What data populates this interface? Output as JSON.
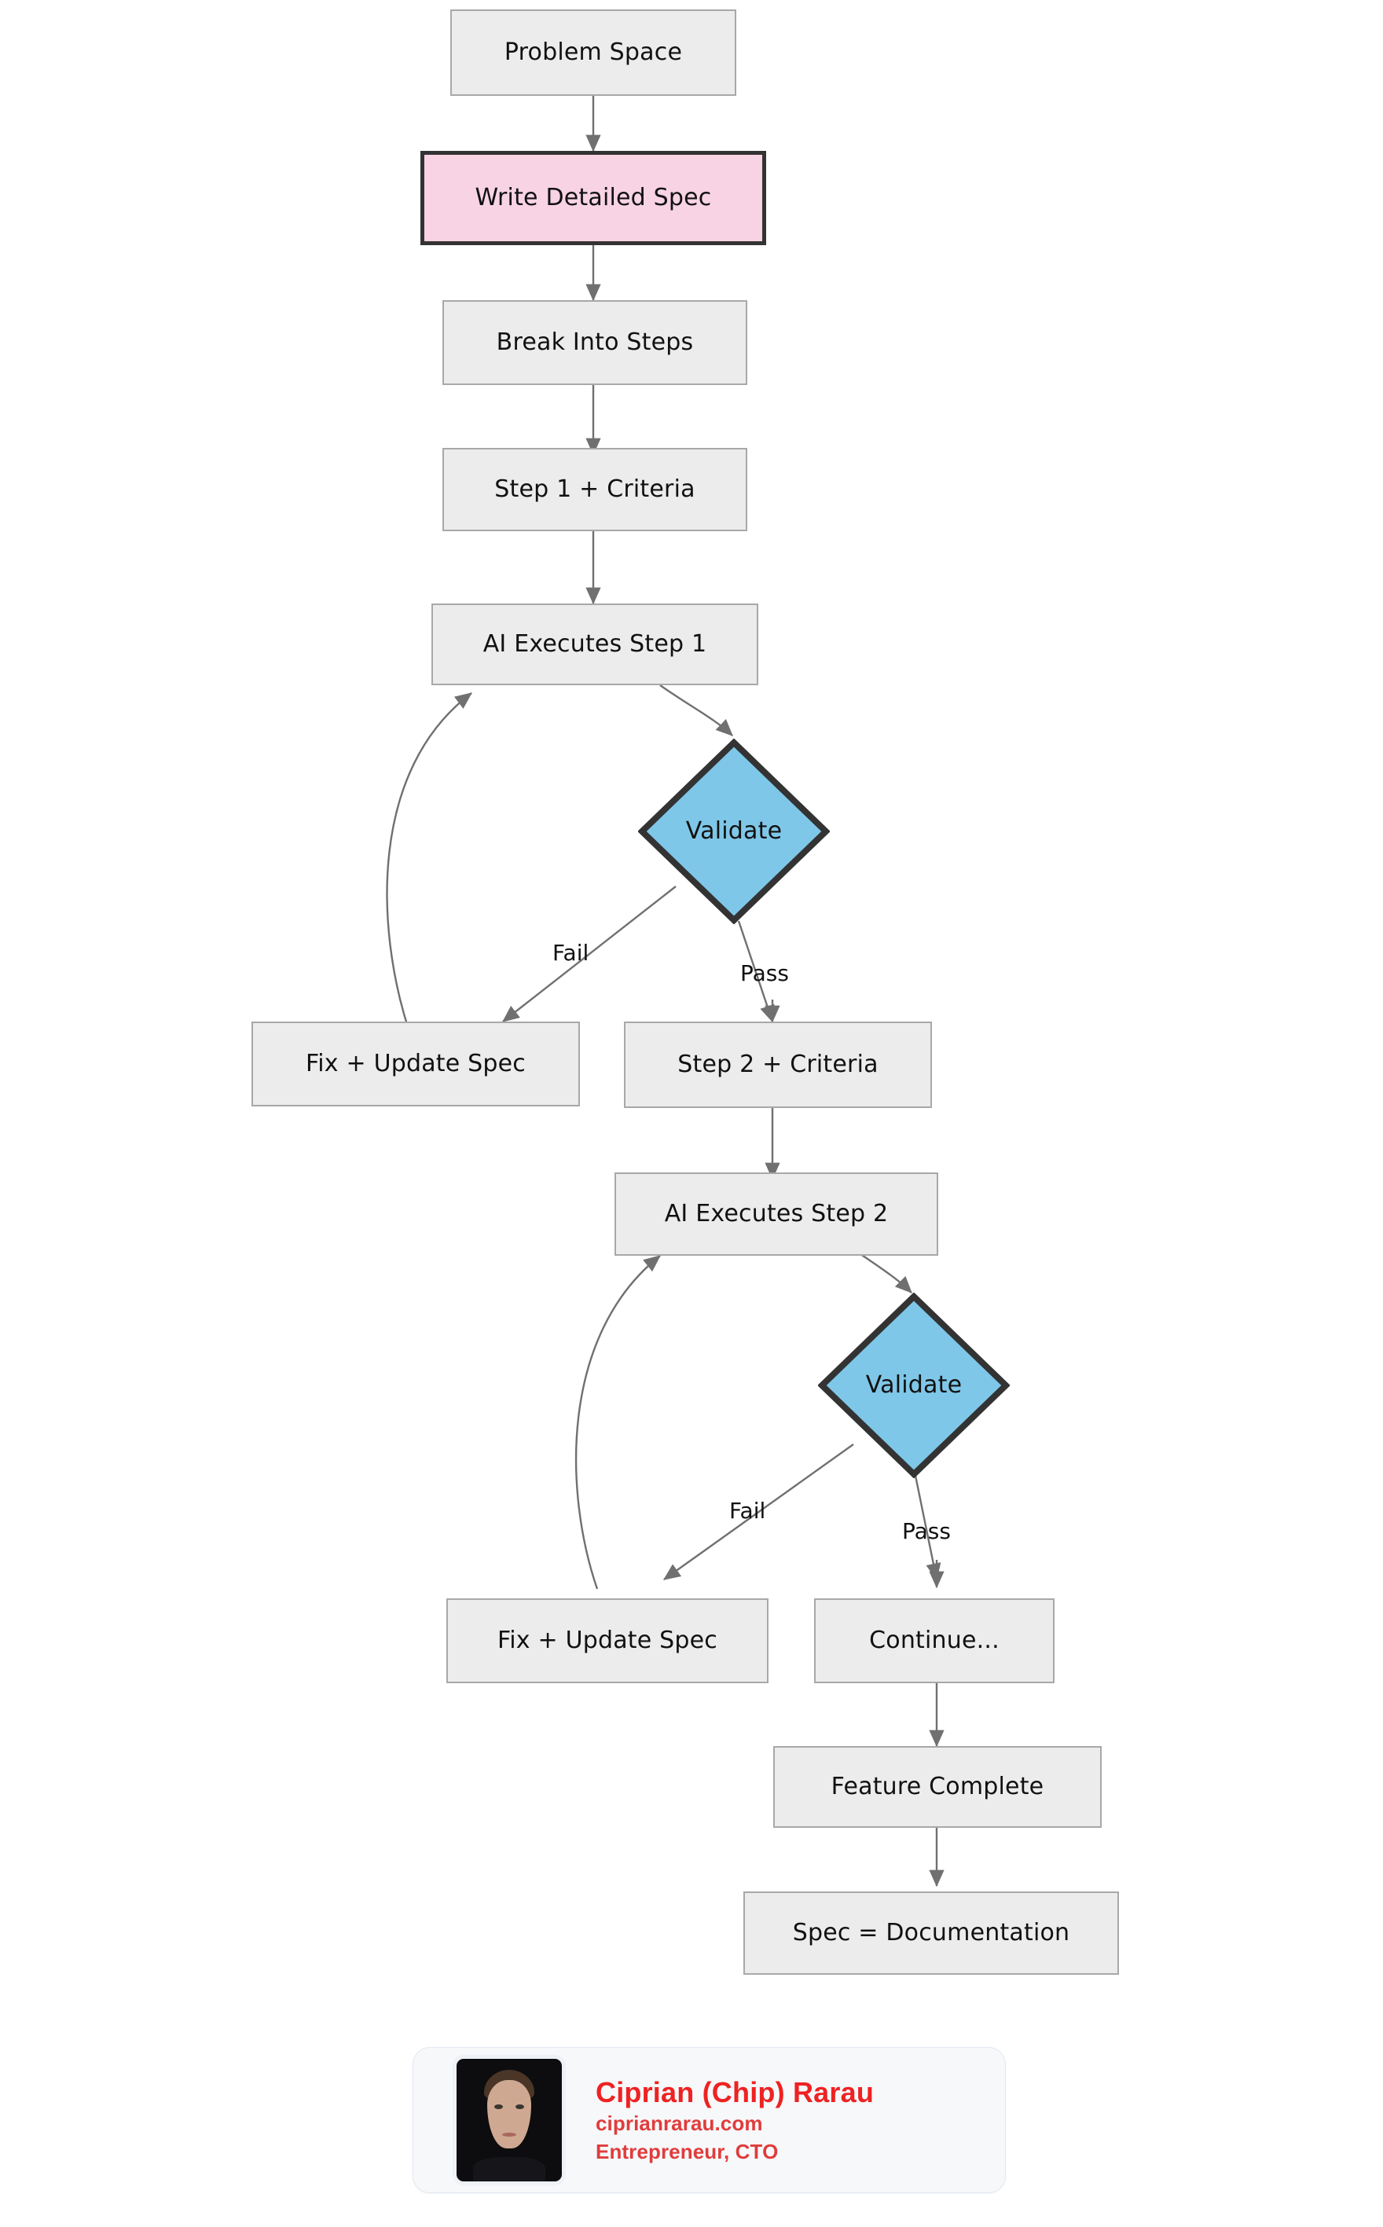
{
  "diagram": {
    "type": "flowchart",
    "direction": "top-down",
    "title": "Spec-driven AI development loop",
    "colors": {
      "node_fill": "#ececec",
      "node_border": "#a8a8a8",
      "highlight_fill": "#f8d3e4",
      "highlight_border": "#333333",
      "decision_fill": "#7fc7e8",
      "decision_border": "#333333",
      "edge": "#707070",
      "text": "#111111"
    },
    "nodes": [
      {
        "id": "problem",
        "label": "Problem Space",
        "shape": "rect",
        "style": "default"
      },
      {
        "id": "spec",
        "label": "Write Detailed Spec",
        "shape": "rect",
        "style": "highlight"
      },
      {
        "id": "break",
        "label": "Break Into Steps",
        "shape": "rect",
        "style": "default"
      },
      {
        "id": "step1",
        "label": "Step 1 + Criteria",
        "shape": "rect",
        "style": "default"
      },
      {
        "id": "exec1",
        "label": "AI Executes Step 1",
        "shape": "rect",
        "style": "default"
      },
      {
        "id": "val1",
        "label": "Validate",
        "shape": "diamond",
        "style": "decision"
      },
      {
        "id": "fix1",
        "label": "Fix + Update Spec",
        "shape": "rect",
        "style": "default"
      },
      {
        "id": "step2",
        "label": "Step 2 + Criteria",
        "shape": "rect",
        "style": "default"
      },
      {
        "id": "exec2",
        "label": "AI Executes Step 2",
        "shape": "rect",
        "style": "default"
      },
      {
        "id": "val2",
        "label": "Validate",
        "shape": "diamond",
        "style": "decision"
      },
      {
        "id": "fix2",
        "label": "Fix + Update Spec",
        "shape": "rect",
        "style": "default"
      },
      {
        "id": "continue",
        "label": "Continue...",
        "shape": "rect",
        "style": "default"
      },
      {
        "id": "complete",
        "label": "Feature Complete",
        "shape": "rect",
        "style": "default"
      },
      {
        "id": "docs",
        "label": "Spec = Documentation",
        "shape": "rect",
        "style": "default"
      }
    ],
    "edges": [
      {
        "from": "problem",
        "to": "spec",
        "label": ""
      },
      {
        "from": "spec",
        "to": "break",
        "label": ""
      },
      {
        "from": "break",
        "to": "step1",
        "label": ""
      },
      {
        "from": "step1",
        "to": "exec1",
        "label": ""
      },
      {
        "from": "exec1",
        "to": "val1",
        "label": ""
      },
      {
        "from": "val1",
        "to": "fix1",
        "label": "Fail"
      },
      {
        "from": "val1",
        "to": "step2",
        "label": "Pass"
      },
      {
        "from": "fix1",
        "to": "exec1",
        "label": ""
      },
      {
        "from": "step2",
        "to": "exec2",
        "label": ""
      },
      {
        "from": "exec2",
        "to": "val2",
        "label": ""
      },
      {
        "from": "val2",
        "to": "fix2",
        "label": "Fail"
      },
      {
        "from": "val2",
        "to": "continue",
        "label": "Pass"
      },
      {
        "from": "fix2",
        "to": "exec2",
        "label": ""
      },
      {
        "from": "continue",
        "to": "complete",
        "label": ""
      },
      {
        "from": "complete",
        "to": "docs",
        "label": ""
      }
    ],
    "edge_labels": {
      "fail1": "Fail",
      "pass1": "Pass",
      "fail2": "Fail",
      "pass2": "Pass"
    }
  },
  "profile": {
    "name": "Ciprian (Chip) Rarau",
    "website": "ciprianrarau.com",
    "role": "Entrepreneur, CTO",
    "avatar_alt": "headshot-photo"
  }
}
